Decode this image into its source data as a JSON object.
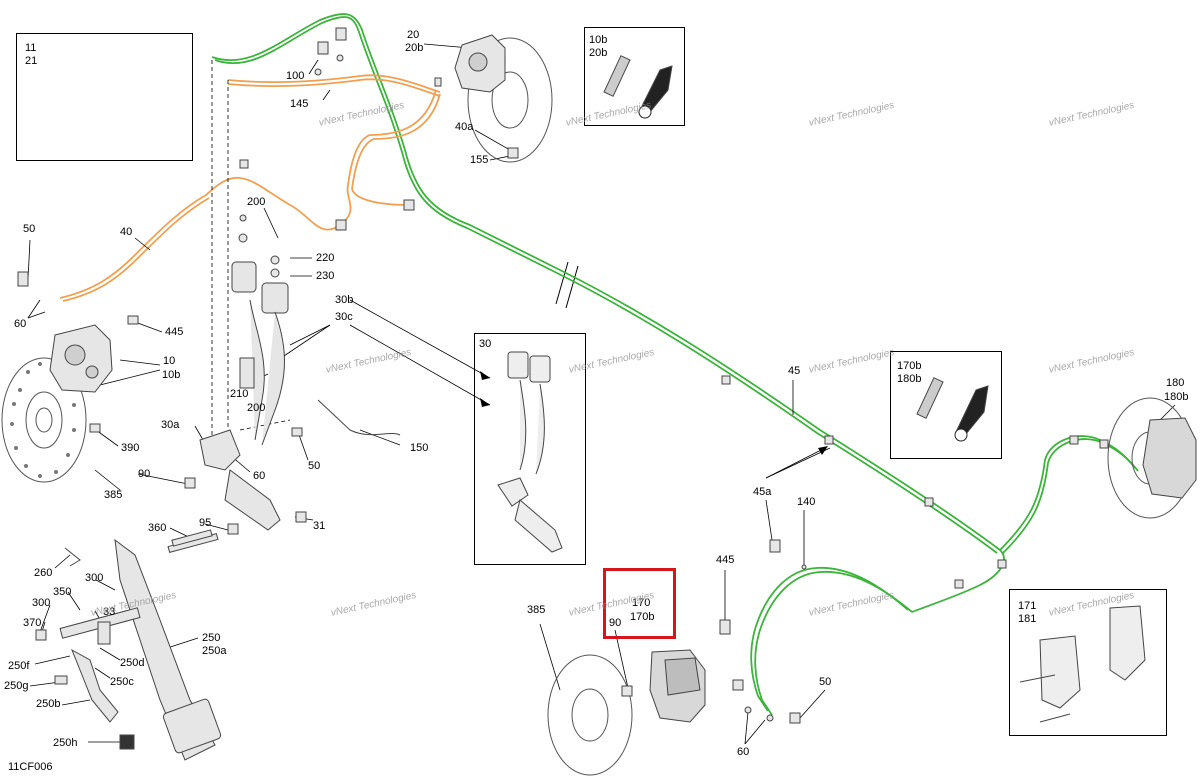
{
  "diagram_code": "11CF006",
  "watermark_text": "vNext Technologies",
  "colors": {
    "line_green": "#3cb43c",
    "line_orange": "#f0a050",
    "highlight": "#d6141c",
    "part": "#6e6e6e"
  },
  "insets": {
    "pads_front": {
      "line1": "11",
      "line2": "21"
    },
    "bleeder_front": {
      "line1": "10b",
      "line2": "20b"
    },
    "master_cylinder": {
      "line1": "30"
    },
    "bleeder_rear": {
      "line1": "170b",
      "line2": "180b"
    },
    "pads_rear": {
      "line1": "171",
      "line2": "181"
    }
  },
  "highlight_box": {
    "line1": "170",
    "line2": "170b",
    "line3": "90"
  },
  "labels": {
    "l20": "20",
    "l20b": "20b",
    "l100": "100",
    "l145": "145",
    "l40a": "40a",
    "l155": "155",
    "l200a": "200",
    "l220": "220",
    "l230": "230",
    "l30b": "30b",
    "l30c": "30c",
    "l40": "40",
    "l50a": "50",
    "l60a": "60",
    "l445a": "445",
    "l10": "10",
    "l10b": "10b",
    "l210": "210",
    "l200b": "200",
    "l150": "150",
    "l50b": "50",
    "l30a": "30a",
    "l60b": "60",
    "l390": "390",
    "l90a": "90",
    "l385a": "385",
    "l95": "95",
    "l31": "31",
    "l360": "360",
    "l260": "260",
    "l300a": "300",
    "l350": "350",
    "l300b": "300",
    "l33": "33",
    "l370": "370",
    "l250": "250",
    "l250a": "250a",
    "l250f": "250f",
    "l250d": "250d",
    "l250g": "250g",
    "l250c": "250c",
    "l250b": "250b",
    "l250h": "250h",
    "l45": "45",
    "l45a": "45a",
    "l140": "140",
    "l180": "180",
    "l180b": "180b",
    "l385b": "385",
    "l445b": "445",
    "l50c": "50",
    "l60c": "60"
  }
}
